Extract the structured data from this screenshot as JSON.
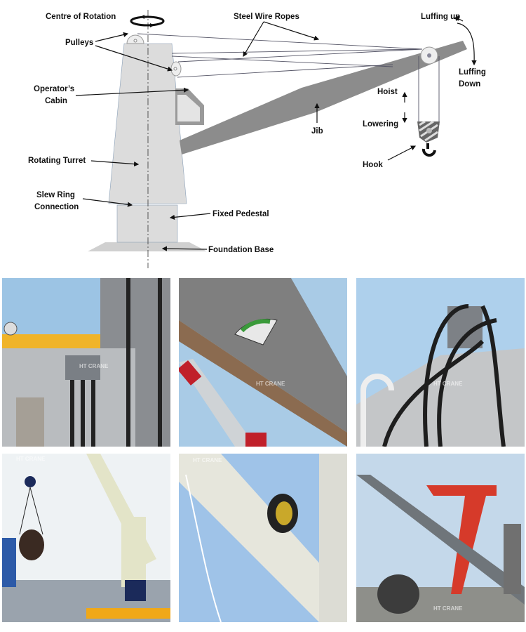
{
  "diagram": {
    "labels": {
      "centre_of_rotation": "Centre of Rotation",
      "steel_wire_ropes": "Steel Wire Ropes",
      "luffing_up": "Luffing up",
      "pulleys": "Pulleys",
      "luffing_down_1": "Luffing",
      "luffing_down_2": "Down",
      "operators_cabin_1": "Operator’s",
      "operators_cabin_2": "Cabin",
      "hoist": "Hoist",
      "jib": "Jib",
      "lowering": "Lowering",
      "rotating_turret": "Rotating Turret",
      "hook": "Hook",
      "slew_ring_1": "Slew Ring",
      "slew_ring_2": "Connection",
      "fixed_pedestal": "Fixed Pedestal",
      "foundation_base": "Foundation Base"
    },
    "colors": {
      "structure": "#d9d9d9",
      "jib": "#8c8c8c",
      "outline": "#7a8fa6"
    }
  },
  "photos": {
    "watermark": "HT CRANE",
    "items": [
      {
        "subject": "hydraulic-valve-block"
      },
      {
        "subject": "jib-angle-indicator"
      },
      {
        "subject": "hydraulic-hoses-turret"
      },
      {
        "subject": "crane-lifting-coil"
      },
      {
        "subject": "wire-rope-drum"
      },
      {
        "subject": "jib-boom-yard"
      }
    ]
  }
}
